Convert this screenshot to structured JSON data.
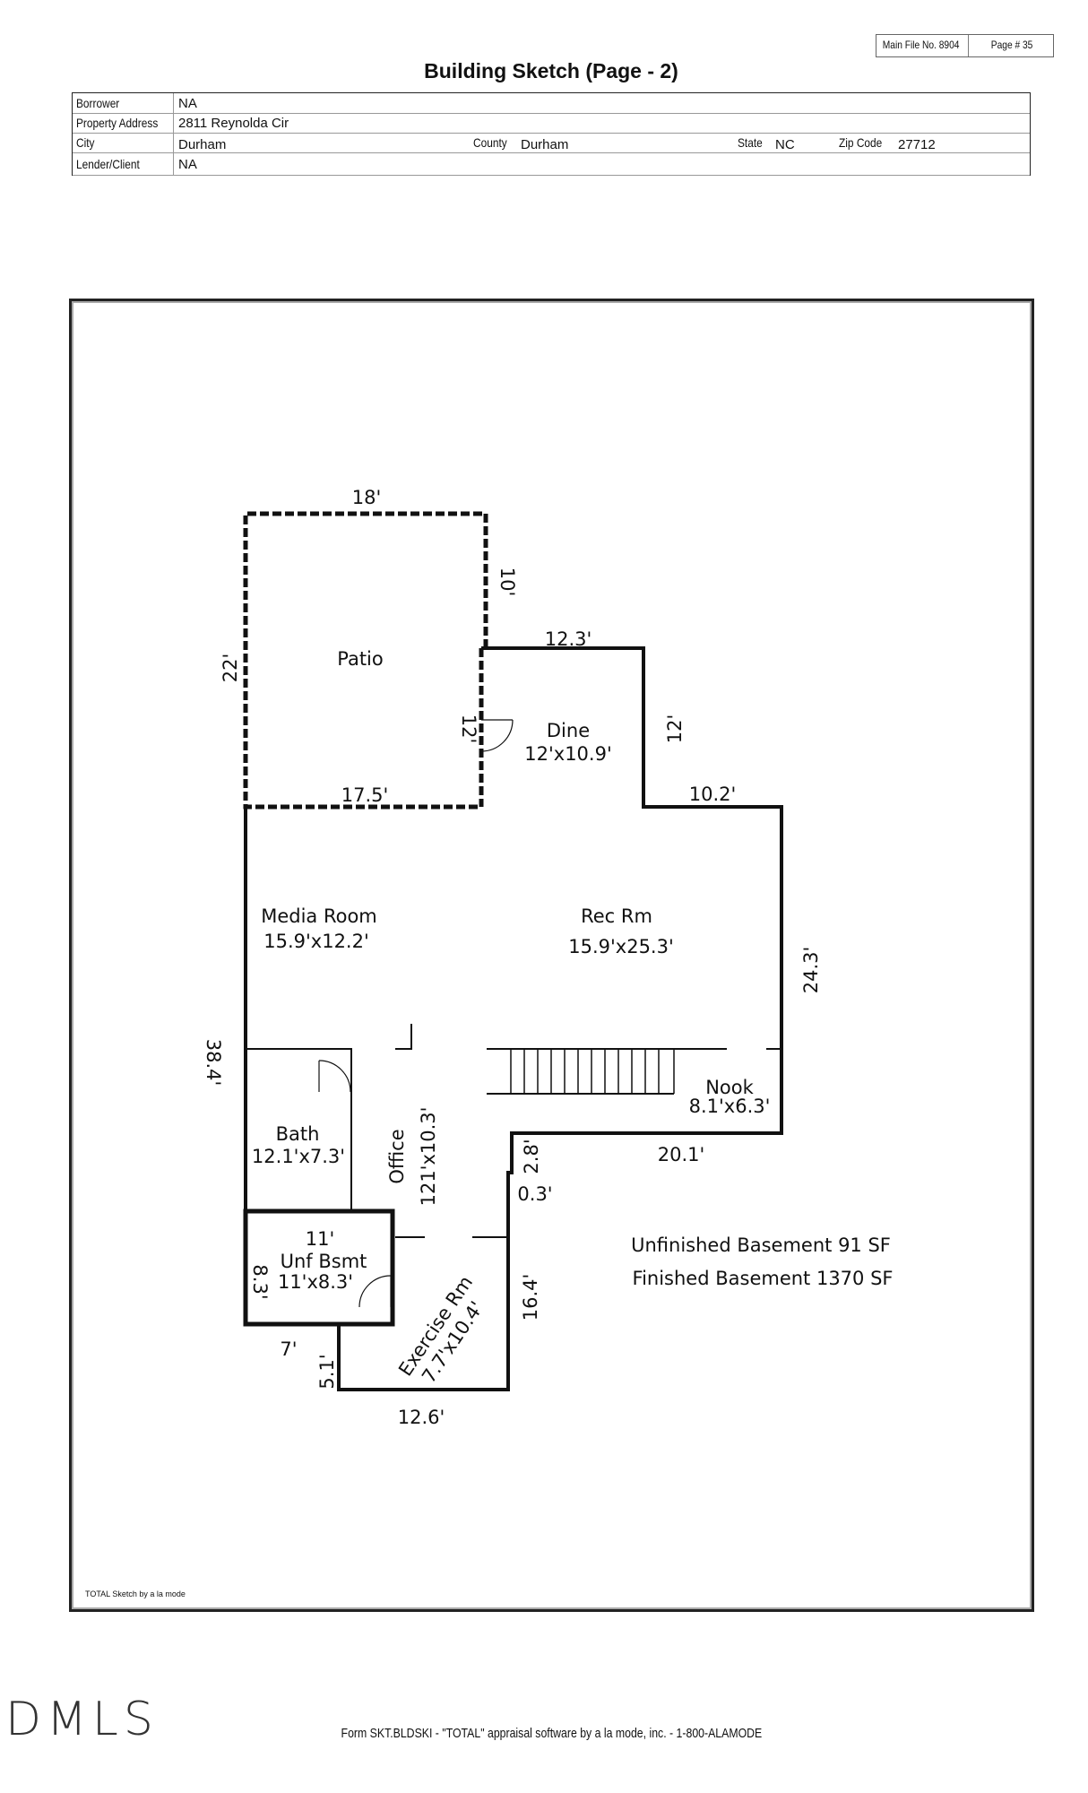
{
  "header": {
    "main_file": "Main File No. 8904",
    "page_no": "Page # 35",
    "title": "Building Sketch (Page - 2)"
  },
  "info": {
    "borrower_label": "Borrower",
    "borrower": "NA",
    "address_label": "Property Address",
    "address": "2811 Reynolda Cir",
    "city_label": "City",
    "city": "Durham",
    "county_label": "County",
    "county": "Durham",
    "state_label": "State",
    "state": "NC",
    "zip_label": "Zip Code",
    "zip": "27712",
    "lender_label": "Lender/Client",
    "lender": "NA"
  },
  "sketch": {
    "rooms": {
      "patio": "Patio",
      "dine": "Dine",
      "dine_size": "12'x10.9'",
      "media": "Media Room",
      "media_size": "15.9'x12.2'",
      "rec": "Rec Rm",
      "rec_size": "15.9'x25.3'",
      "nook": "Nook",
      "nook_size": "8.1'x6.3'",
      "bath": "Bath",
      "bath_size": "12.1'x7.3'",
      "office": "Office",
      "office_size": "121'x10.3'",
      "unf": "Unf Bsmt",
      "unf_size": "11'x8.3'",
      "exercise": "Exercise Rm",
      "exercise_size": "7.7'x10.4'"
    },
    "dims": {
      "d18": "18'",
      "d10": "10'",
      "d22": "22'",
      "d12_3": "12.3'",
      "d12a": "12'",
      "d12b": "12'",
      "d17_5": "17.5'",
      "d10_2": "10.2'",
      "d24_3": "24.3'",
      "d38_4": "38.4'",
      "d20_1": "20.1'",
      "d2_8": "2.8'",
      "d0_3": "0.3'",
      "d11": "11'",
      "d8_3": "8.3'",
      "d16_4": "16.4'",
      "d7": "7'",
      "d5_1": "5.1'",
      "d12_6": "12.6'"
    },
    "summary": {
      "unfinished": "Unfinished Basement 91 SF",
      "finished": "Finished Basement 1370 SF"
    },
    "credit": "TOTAL Sketch by a la mode"
  },
  "logo": "DMLS",
  "footer": "Form SKT.BLDSKI - \"TOTAL\" appraisal software by a la mode, inc. - 1-800-ALAMODE"
}
